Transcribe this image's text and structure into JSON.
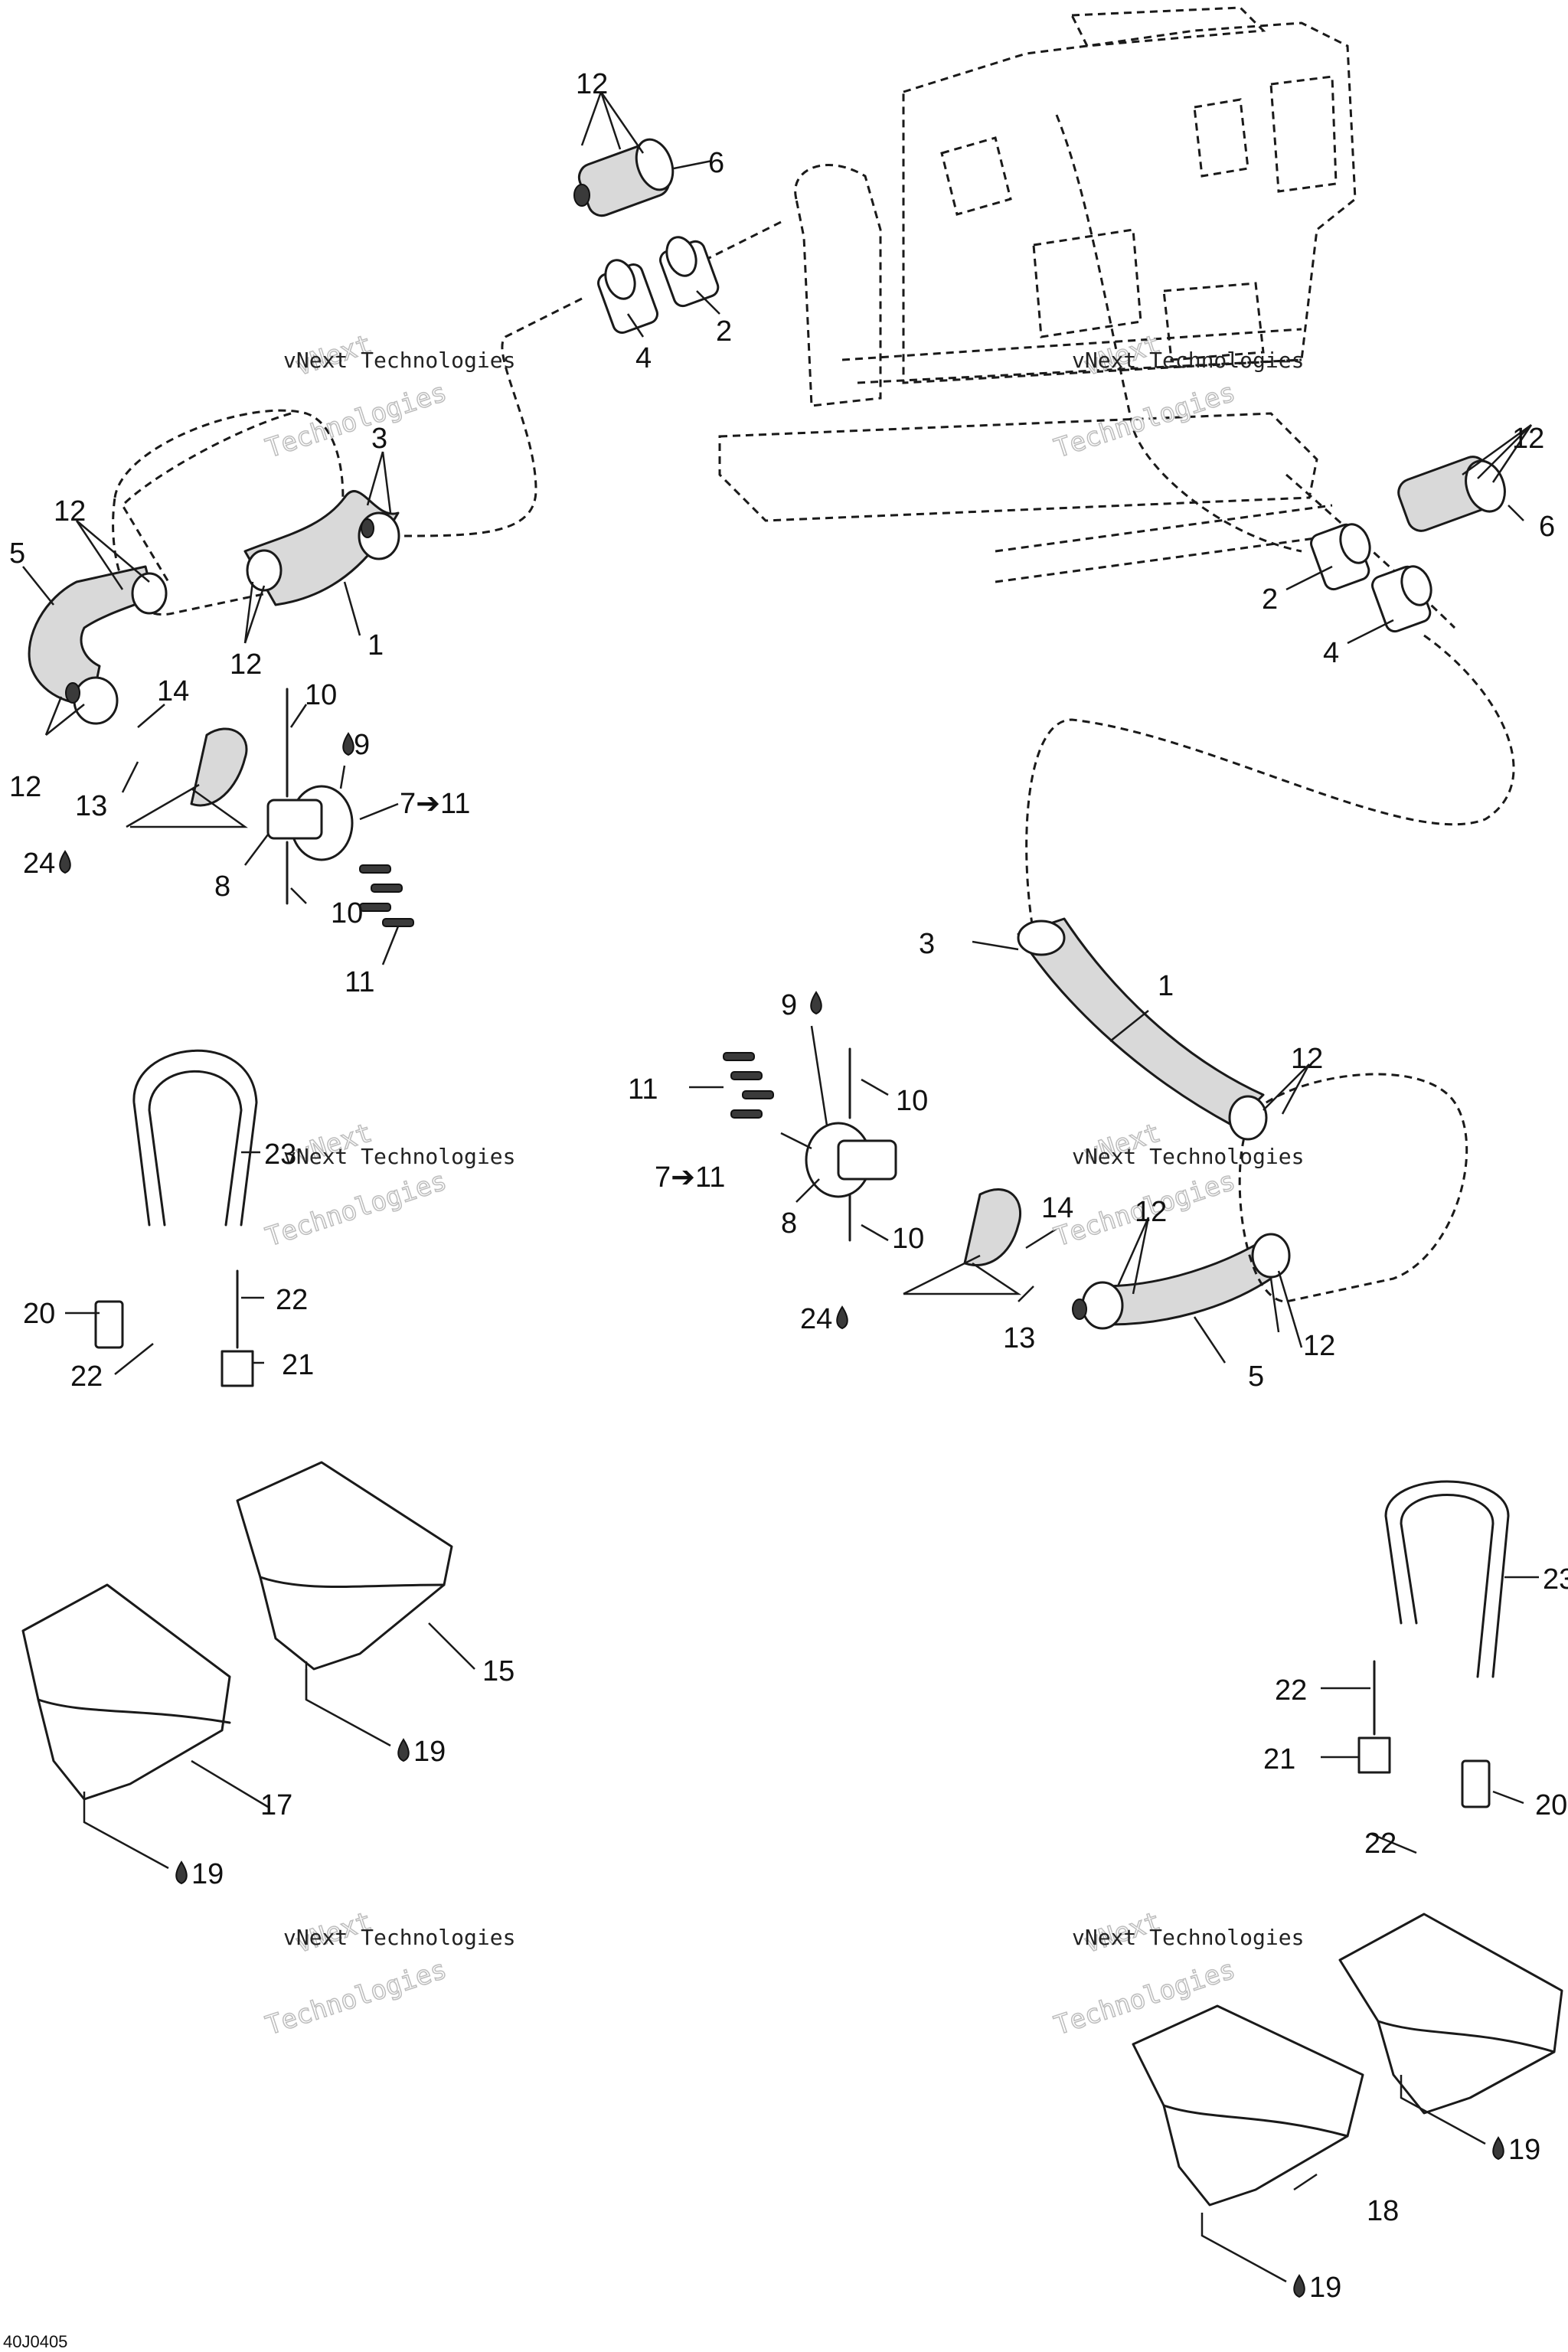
{
  "diagram": {
    "callouts": {
      "c1a": "1",
      "c1b": "1",
      "c2a": "2",
      "c2b": "2",
      "c3a": "3",
      "c3b": "3",
      "c4a": "4",
      "c4b": "4",
      "c5a": "5",
      "c5b": "5",
      "c6a": "6",
      "c6b": "6",
      "c7a": "7➔11",
      "c7b": "7➔11",
      "c8a": "8",
      "c8b": "8",
      "c9a": "9",
      "c9b": "9",
      "c10a": "10",
      "c10b": "10",
      "c10c": "10",
      "c10d": "10",
      "c11a": "11",
      "c11b": "11",
      "c12a": "12",
      "c12b": "12",
      "c12c": "12",
      "c12d": "12",
      "c12e": "12",
      "c12f": "12",
      "c12g": "12",
      "c13a": "13",
      "c13b": "13",
      "c14a": "14",
      "c14b": "14",
      "c15": "15",
      "c17": "17",
      "c18": "18",
      "c19a": "19",
      "c19b": "19",
      "c19c": "19",
      "c19d": "19",
      "c20a": "20",
      "c20b": "20",
      "c21a": "21",
      "c21b": "21",
      "c22a": "22",
      "c22b": "22",
      "c22c": "22",
      "c22d": "22",
      "c23a": "23",
      "c23b": "23",
      "c24a": "24",
      "c24b": "24"
    },
    "watermark": {
      "line1": "vNext",
      "line2": "Technologies",
      "small": "vNext Technologies"
    },
    "reference": "40J0405"
  }
}
